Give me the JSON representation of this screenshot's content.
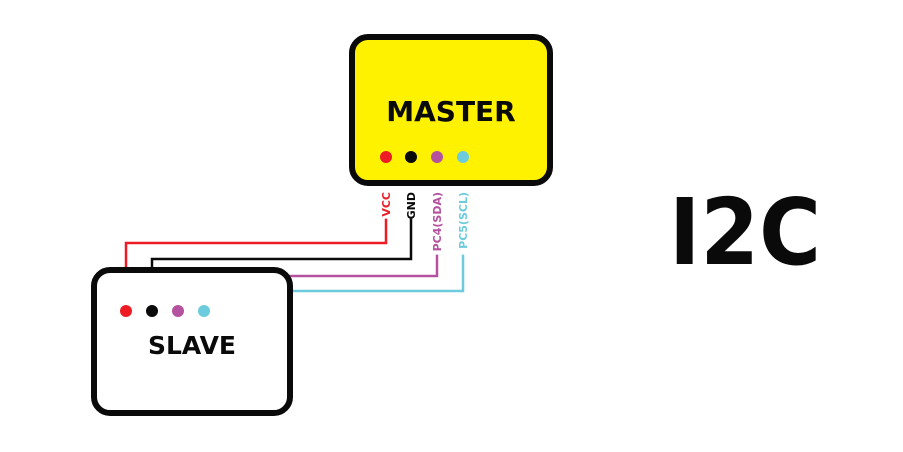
{
  "title": "I2C",
  "master": {
    "label": "MASTER",
    "fill": "#fff200"
  },
  "slave": {
    "label": "SLAVE",
    "fill": "#ffffff"
  },
  "outline_color": "#0a0a0a",
  "connections": [
    {
      "name": "vcc",
      "label": "VCC",
      "color": "#ed1c24"
    },
    {
      "name": "gnd",
      "label": "GND",
      "color": "#0a0a0a"
    },
    {
      "name": "sda",
      "label": "PC4(SDA)",
      "color": "#b5529f"
    },
    {
      "name": "scl",
      "label": "PC5(SCL)",
      "color": "#6ccbdd"
    }
  ]
}
